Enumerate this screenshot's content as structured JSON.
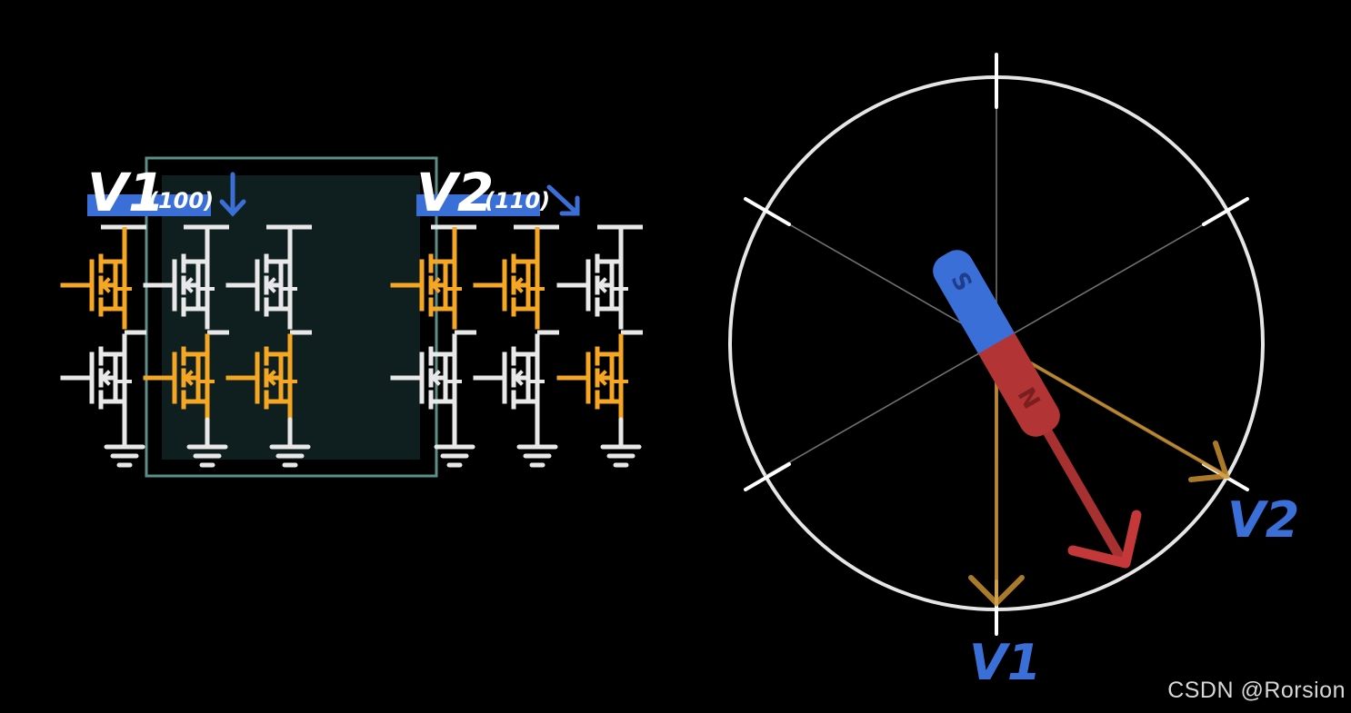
{
  "inverter": {
    "v1": {
      "name": "V1",
      "code": "(100)"
    },
    "v2": {
      "name": "V2",
      "code": "(110)"
    },
    "legs": [
      {
        "top": "on",
        "bottom": "off"
      },
      {
        "top": "off",
        "bottom": "on"
      },
      {
        "top": "off",
        "bottom": "on"
      },
      {
        "top": "on",
        "bottom": "off"
      },
      {
        "top": "on",
        "bottom": "off"
      },
      {
        "top": "off",
        "bottom": "on"
      }
    ]
  },
  "vector": {
    "label_v1": "V1",
    "label_v2": "V2",
    "magnet_south": "S",
    "magnet_north": "N"
  },
  "colors": {
    "background": "#000000",
    "active": "#f5a623",
    "inactive": "#e8e8e8",
    "accent_blue": "#3b6fd8",
    "magnet_red": "#c0392b",
    "highlight_box": "#5b8f8a",
    "highlight_fill": "#0f1e1e"
  },
  "watermark": "CSDN @Rorsion"
}
